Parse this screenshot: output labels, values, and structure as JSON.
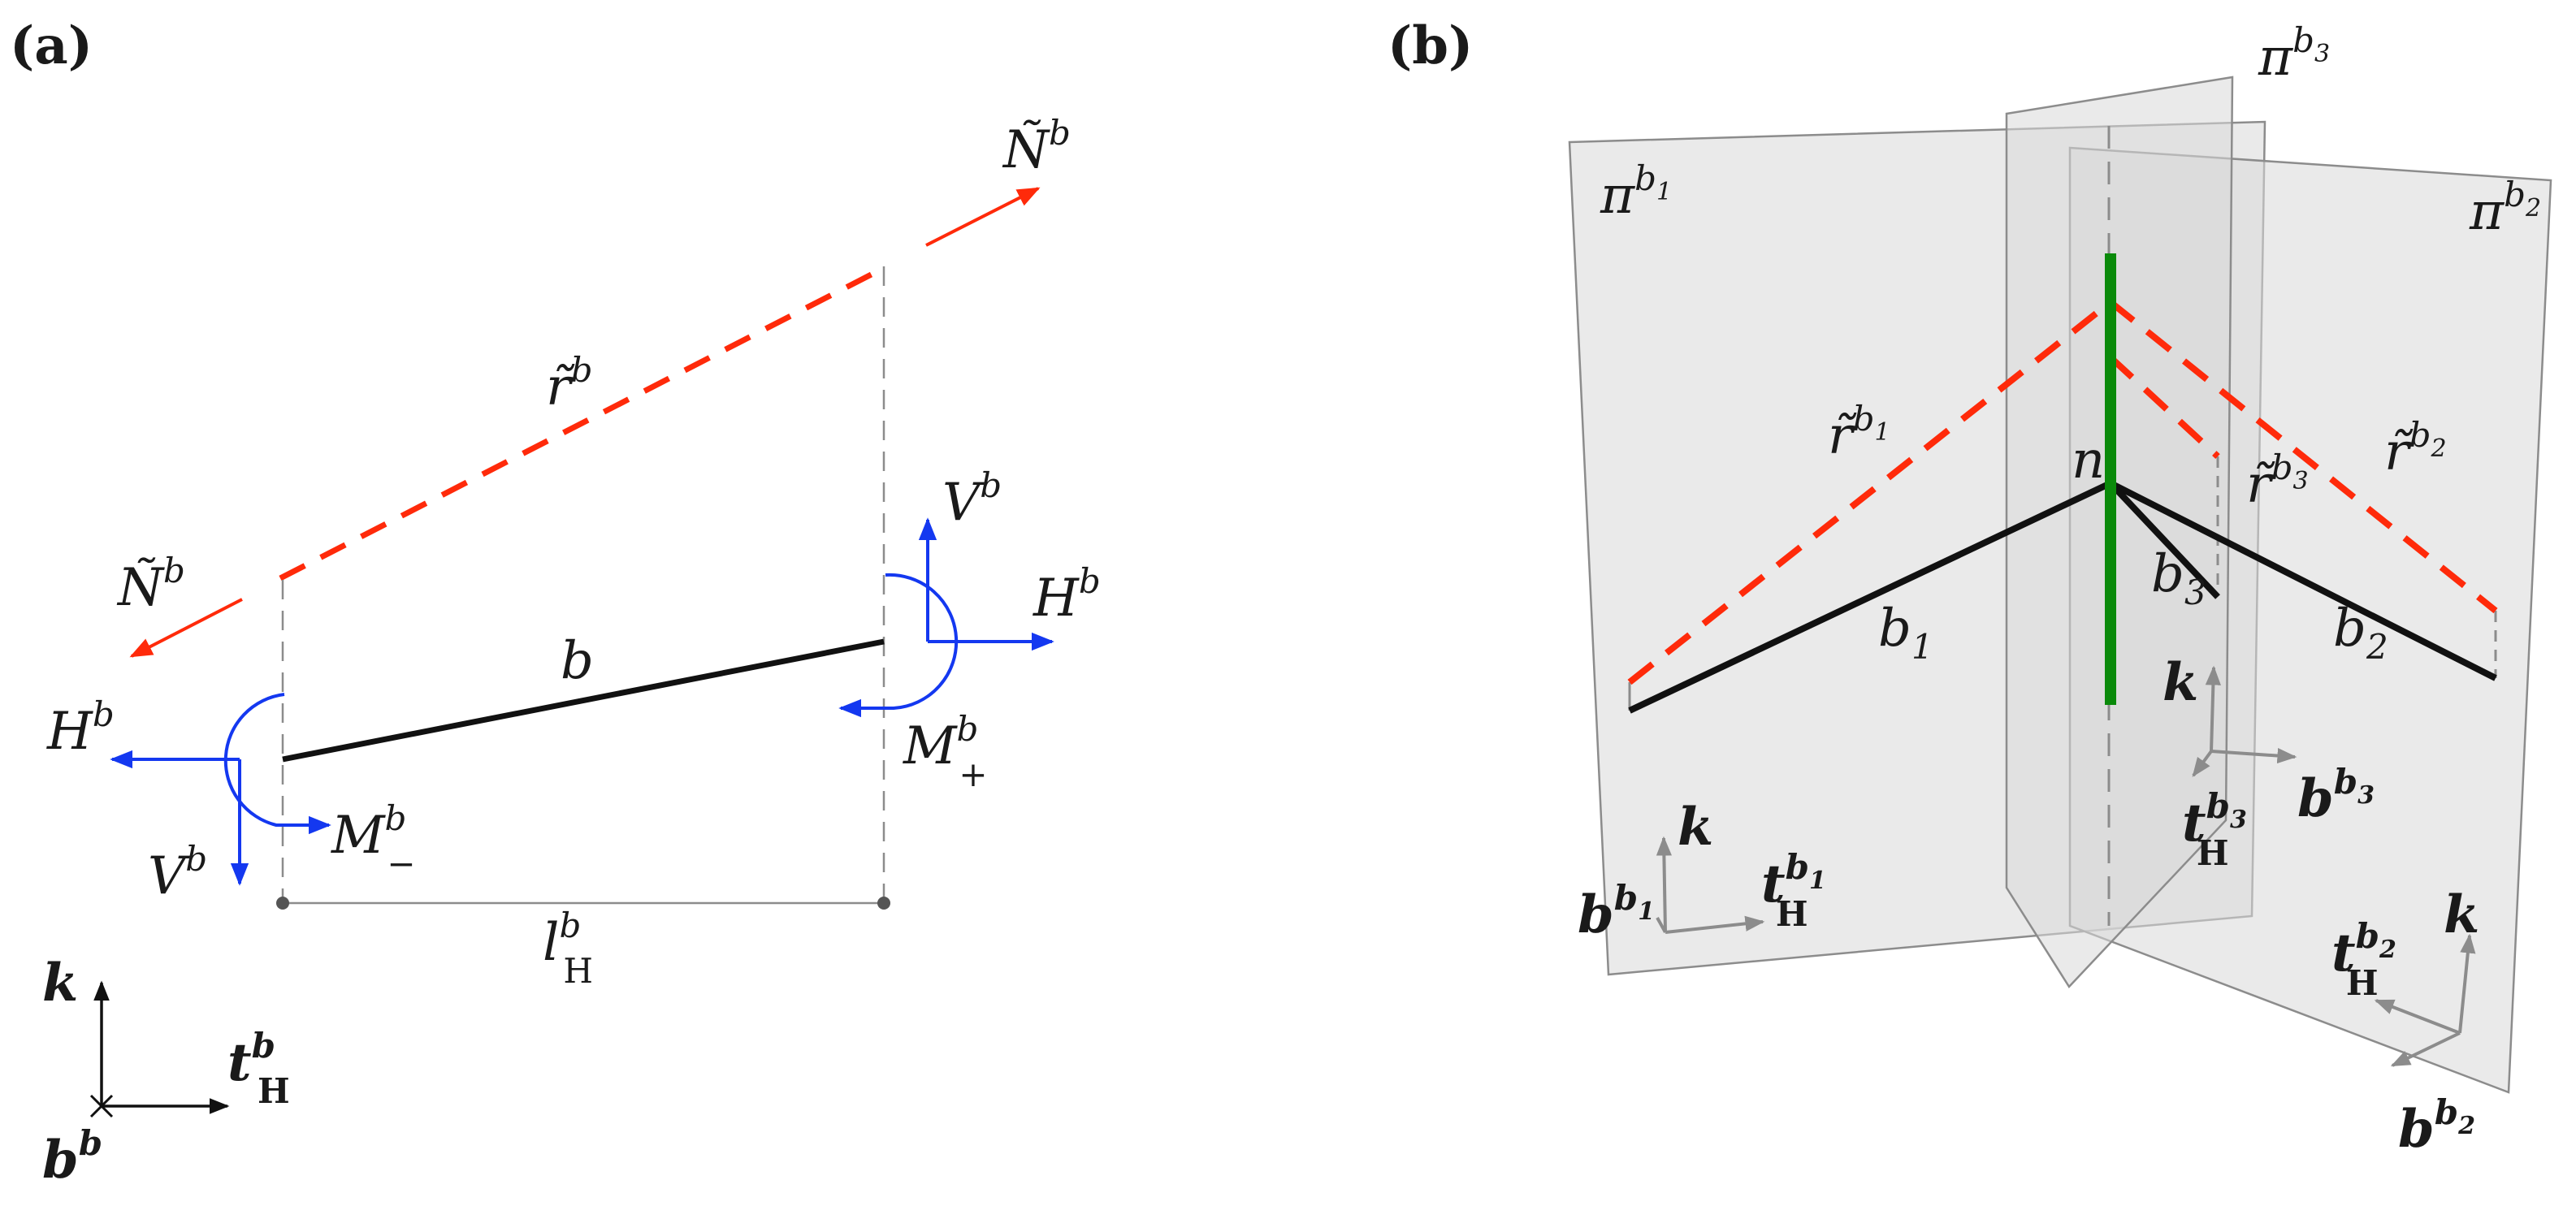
{
  "panel_a": {
    "label": "(a)",
    "N_top": {
      "base": "Ñ",
      "sup": "b"
    },
    "N_bot": {
      "base": "Ñ",
      "sup": "b"
    },
    "r": {
      "base": "r̃",
      "sup": "b"
    },
    "V_right": {
      "base": "V",
      "sup": "b"
    },
    "H_right": {
      "base": "H",
      "sup": "b"
    },
    "H_left": {
      "base": "H",
      "sup": "b"
    },
    "V_left": {
      "base": "V",
      "sup": "b"
    },
    "M_plus": {
      "base": "M",
      "sup": "b",
      "sub": "+"
    },
    "M_minus": {
      "base": "M",
      "sup": "b",
      "sub": "−"
    },
    "beam": "b",
    "lH": {
      "base": "l",
      "sup": "b",
      "sub": "H"
    },
    "k": "k",
    "t": {
      "base": "t",
      "sup": "b",
      "sub": "H"
    },
    "bvec": {
      "base": "b",
      "sup": "b"
    }
  },
  "panel_b": {
    "label": "(b)",
    "pi1": {
      "base": "π",
      "sup": "b",
      "subsup": "1"
    },
    "pi2": {
      "base": "π",
      "sup": "b",
      "subsup": "2"
    },
    "pi3": {
      "base": "π",
      "sup": "b",
      "subsup": "3"
    },
    "r1": {
      "base": "r̃",
      "sup": "b",
      "subsup": "1"
    },
    "r2": {
      "base": "r̃",
      "sup": "b",
      "subsup": "2"
    },
    "r3": {
      "base": "r̃",
      "sup": "b",
      "subsup": "3"
    },
    "n": "n",
    "b1": {
      "base": "b",
      "sub": "1"
    },
    "b2": {
      "base": "b",
      "sub": "2"
    },
    "b3": {
      "base": "b",
      "sub": "3"
    },
    "k1": "k",
    "k2": "k",
    "k3": "k",
    "t1": {
      "base": "t",
      "sub": "H",
      "sup": "b",
      "subsup": "1"
    },
    "t2": {
      "base": "t",
      "sub": "H",
      "sup": "b",
      "subsup": "2"
    },
    "t3": {
      "base": "t",
      "sub": "H",
      "sup": "b",
      "subsup": "3"
    },
    "bv1": {
      "base": "b",
      "sup": "b",
      "subsup": "1"
    },
    "bv2": {
      "base": "b",
      "sup": "b",
      "subsup": "2"
    },
    "bv3": {
      "base": "b",
      "sup": "b",
      "subsup": "3"
    }
  },
  "colors": {
    "red": "#ff2a0a",
    "blue": "#1438f0",
    "green": "#0a8a0a",
    "black": "#111111",
    "gray": "#8c8c8c"
  }
}
